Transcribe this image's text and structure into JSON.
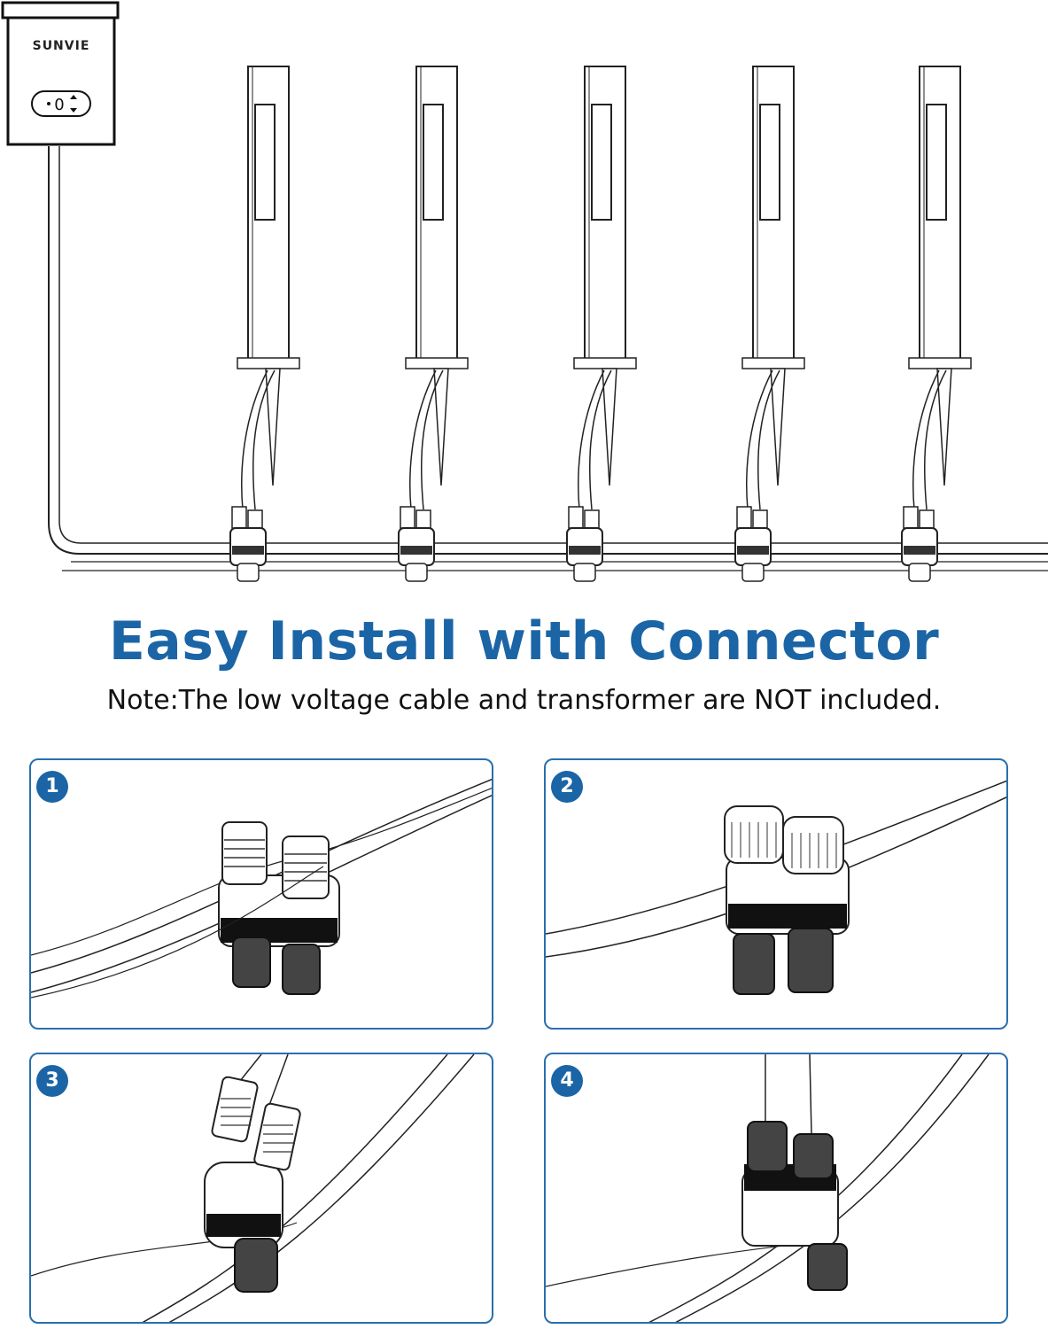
{
  "transformer": {
    "brand": "SUNVIE"
  },
  "headline": "Easy Install with Connector",
  "note": "Note:The low voltage cable and transformer are NOT included.",
  "steps": [
    {
      "number": "1"
    },
    {
      "number": "2"
    },
    {
      "number": "3"
    },
    {
      "number": "4"
    }
  ],
  "colors": {
    "accent": "#1b65a6",
    "line": "#222222",
    "panel_border": "#2a6fad"
  }
}
